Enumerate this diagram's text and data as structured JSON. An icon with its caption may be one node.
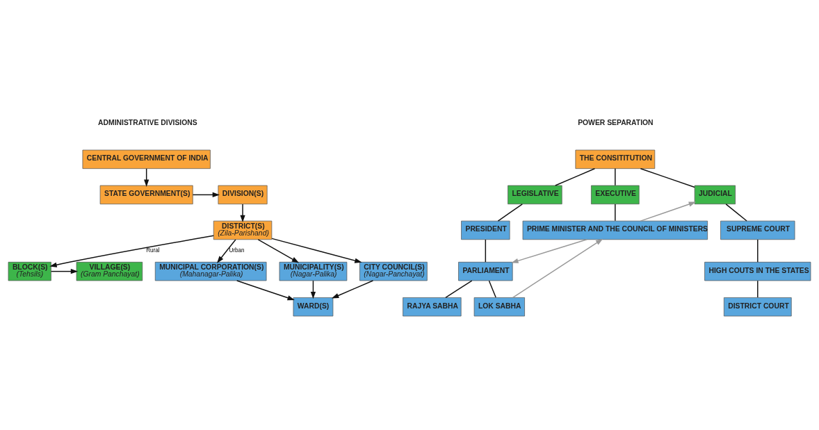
{
  "diagram": {
    "nodes": [
      {
        "text": [
          "CENTRAL GOVERNMENT OF INDIA"
        ]
      },
      {
        "text": [
          "STATE GOVERNMENT(S)"
        ]
      },
      {
        "text": [
          "DIVISION(S)"
        ]
      },
      {
        "text": [
          "DISTRICT(S)",
          "(Zila-Parishand)"
        ]
      },
      {
        "text": [
          "BLOCK(S)",
          "(Tehsils)"
        ]
      },
      {
        "text": [
          "VILLAGE(S)",
          "(Gram Panchayat)"
        ]
      },
      {
        "text": [
          "MUNICIPAL CORPORATION(S)",
          "(Mahanagar-Palika)"
        ]
      },
      {
        "text": [
          "MUNICIPALITY(S)",
          "(Nagar-Palika)"
        ]
      },
      {
        "text": [
          "CITY COUNCIL(S)",
          "(Nagar-Panchayat)"
        ]
      },
      {
        "text": [
          "WARD(S)"
        ]
      },
      {
        "text": [
          "THE CONSITITUTION"
        ]
      },
      {
        "text": [
          "LEGISLATIVE"
        ]
      },
      {
        "text": [
          "EXECUTIVE"
        ]
      },
      {
        "text": [
          "JUDICIAL"
        ]
      },
      {
        "text": [
          "PRESIDENT"
        ]
      },
      {
        "text": [
          "PRIME MINISTER AND THE COUNCIL OF MINISTERS"
        ]
      },
      {
        "text": [
          "SUPREME COURT"
        ]
      },
      {
        "text": [
          "PARLIAMENT"
        ]
      },
      {
        "text": [
          "HIGH COUTS IN THE STATES"
        ]
      },
      {
        "text": [
          "RAJYA SABHA"
        ]
      },
      {
        "text": [
          "LOK SABHA"
        ]
      },
      {
        "text": [
          "DISTRICT COURT"
        ]
      }
    ],
    "edges": [
      {
        "from": 0,
        "to": 1,
        "arrow": "to"
      },
      {
        "from": 1,
        "to": 2,
        "arrow": "to"
      },
      {
        "from": 2,
        "to": 3,
        "arrow": "to"
      },
      {
        "from": 3,
        "to": 4,
        "arrow": "to",
        "label": "Rural"
      },
      {
        "from": 4,
        "to": 5,
        "arrow": "to"
      },
      {
        "from": 3,
        "to": 6,
        "arrow": "to",
        "label": "Urban"
      },
      {
        "from": 3,
        "to": 7,
        "arrow": "to"
      },
      {
        "from": 3,
        "to": 8,
        "arrow": "to"
      },
      {
        "from": 6,
        "to": 9,
        "arrow": "to"
      },
      {
        "from": 7,
        "to": 9,
        "arrow": "to"
      },
      {
        "from": 8,
        "to": 9,
        "arrow": "to"
      },
      {
        "from": 10,
        "to": 11,
        "arrow": "none"
      },
      {
        "from": 10,
        "to": 12,
        "arrow": "none"
      },
      {
        "from": 10,
        "to": 13,
        "arrow": "none"
      },
      {
        "from": 11,
        "to": 14,
        "arrow": "none"
      },
      {
        "from": 12,
        "to": 15,
        "arrow": "none"
      },
      {
        "from": 13,
        "to": 16,
        "arrow": "none"
      },
      {
        "from": 14,
        "to": 17,
        "arrow": "none"
      },
      {
        "from": 16,
        "to": 18,
        "arrow": "none"
      },
      {
        "from": 18,
        "to": 21,
        "arrow": "none"
      },
      {
        "from": 17,
        "to": 19,
        "arrow": "none"
      },
      {
        "from": 17,
        "to": 20,
        "arrow": "none"
      },
      {
        "from": 15,
        "to": 17,
        "arrow": "to",
        "color": "#999999"
      },
      {
        "from": 15,
        "to": 13,
        "arrow": "to",
        "color": "#999999"
      },
      {
        "from": 20,
        "to": 15,
        "arrow": "to",
        "color": "#999999"
      }
    ],
    "labels": [
      "ADMINISTRATIVE DIVISIONS",
      "POWER SEPARATION"
    ]
  }
}
